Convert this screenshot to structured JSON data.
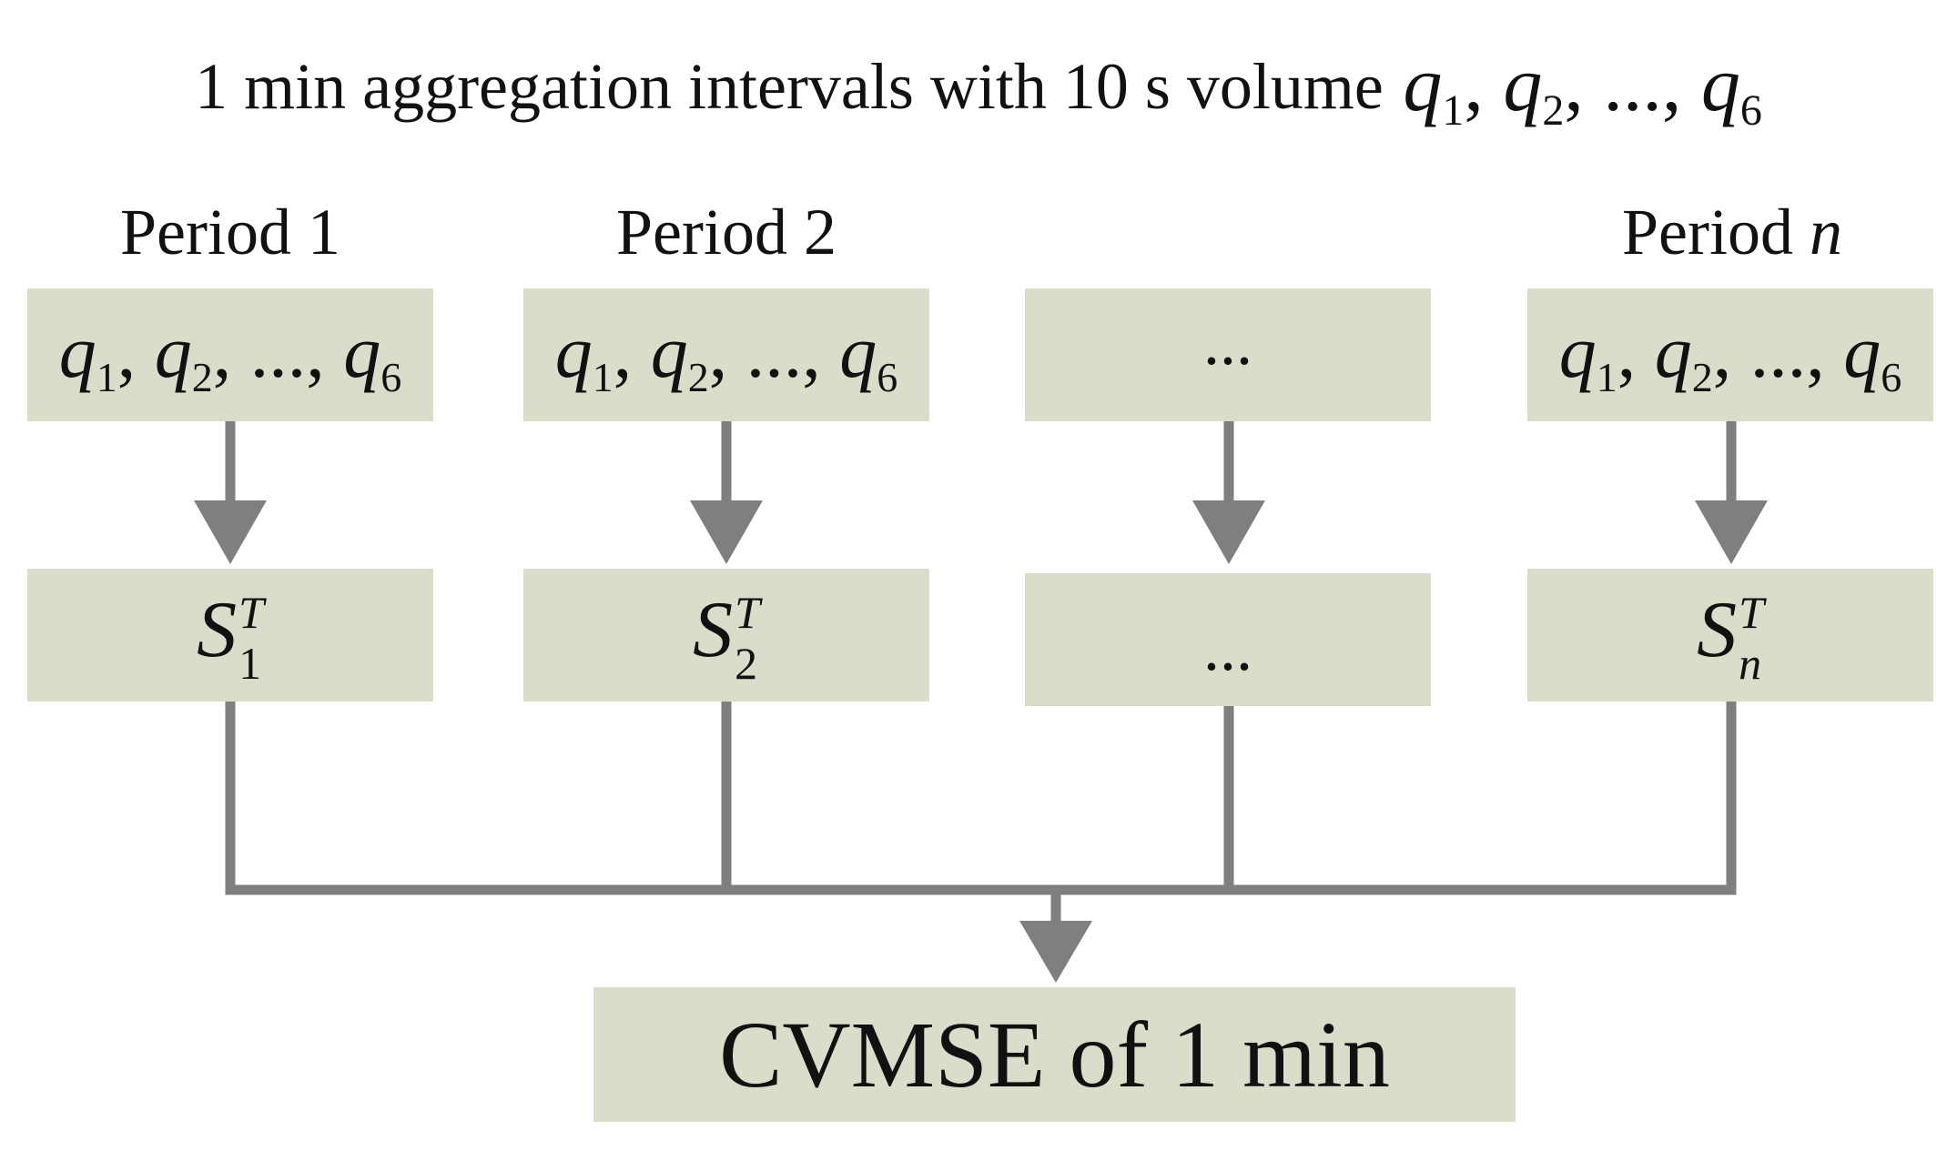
{
  "title": {
    "text": "1 min aggregation intervals with 10 s volume",
    "q_symbol": "q",
    "sub_first": "1",
    "sub_second": "2",
    "ellipsis": "...",
    "sub_last": "6"
  },
  "periods": [
    {
      "label": "Period 1",
      "input": {
        "q": "q",
        "s1": "1",
        "s2": "2",
        "dots": "...",
        "s6": "6"
      },
      "output": {
        "symbol": "S",
        "sup": "T",
        "sub": "1"
      }
    },
    {
      "label": "Period 2",
      "input": {
        "q": "q",
        "s1": "1",
        "s2": "2",
        "dots": "...",
        "s6": "6"
      },
      "output": {
        "symbol": "S",
        "sup": "T",
        "sub": "2"
      }
    },
    {
      "label": "",
      "input_dots": "...",
      "output_dots": "..."
    },
    {
      "label_prefix": "Period",
      "label_var": "n",
      "input": {
        "q": "q",
        "s1": "1",
        "s2": "2",
        "dots": "...",
        "s6": "6"
      },
      "output": {
        "symbol": "S",
        "sup": "T",
        "sub": "n"
      }
    }
  ],
  "result": {
    "text": "CVMSE of 1 min"
  },
  "colors": {
    "box_fill": "#dcdccb",
    "connector": "#7f7f7f",
    "text": "#111111"
  }
}
